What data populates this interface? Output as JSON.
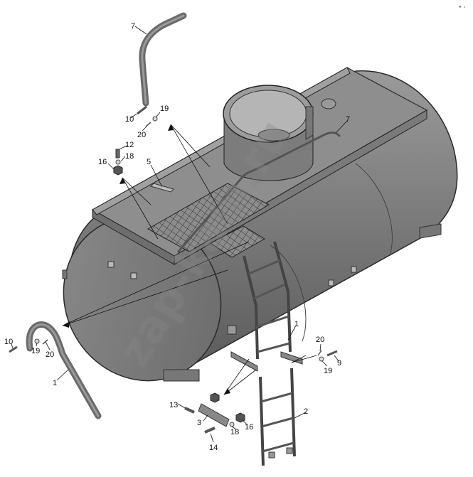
{
  "corner_mark": "✦ ⸗",
  "watermark": "zap-kam.ru",
  "callouts": [
    {
      "id": "c7a",
      "text": "7"
    },
    {
      "id": "c19a",
      "text": "19"
    },
    {
      "id": "c10a",
      "text": "10"
    },
    {
      "id": "c20a",
      "text": "20"
    },
    {
      "id": "c12",
      "text": "12"
    },
    {
      "id": "c18a",
      "text": "18"
    },
    {
      "id": "c16a",
      "text": "16"
    },
    {
      "id": "c5",
      "text": "5"
    },
    {
      "id": "c7b",
      "text": "7"
    },
    {
      "id": "c10b",
      "text": "10"
    },
    {
      "id": "c19b",
      "text": "19"
    },
    {
      "id": "c20b",
      "text": "20"
    },
    {
      "id": "c1a",
      "text": "1"
    },
    {
      "id": "c1b",
      "text": "1"
    },
    {
      "id": "c20c",
      "text": "20"
    },
    {
      "id": "c19c",
      "text": "19"
    },
    {
      "id": "c9",
      "text": "9"
    },
    {
      "id": "c13",
      "text": "13"
    },
    {
      "id": "c3",
      "text": "3"
    },
    {
      "id": "c18b",
      "text": "18"
    },
    {
      "id": "c16b",
      "text": "16"
    },
    {
      "id": "c14",
      "text": "14"
    },
    {
      "id": "c2",
      "text": "2"
    }
  ]
}
